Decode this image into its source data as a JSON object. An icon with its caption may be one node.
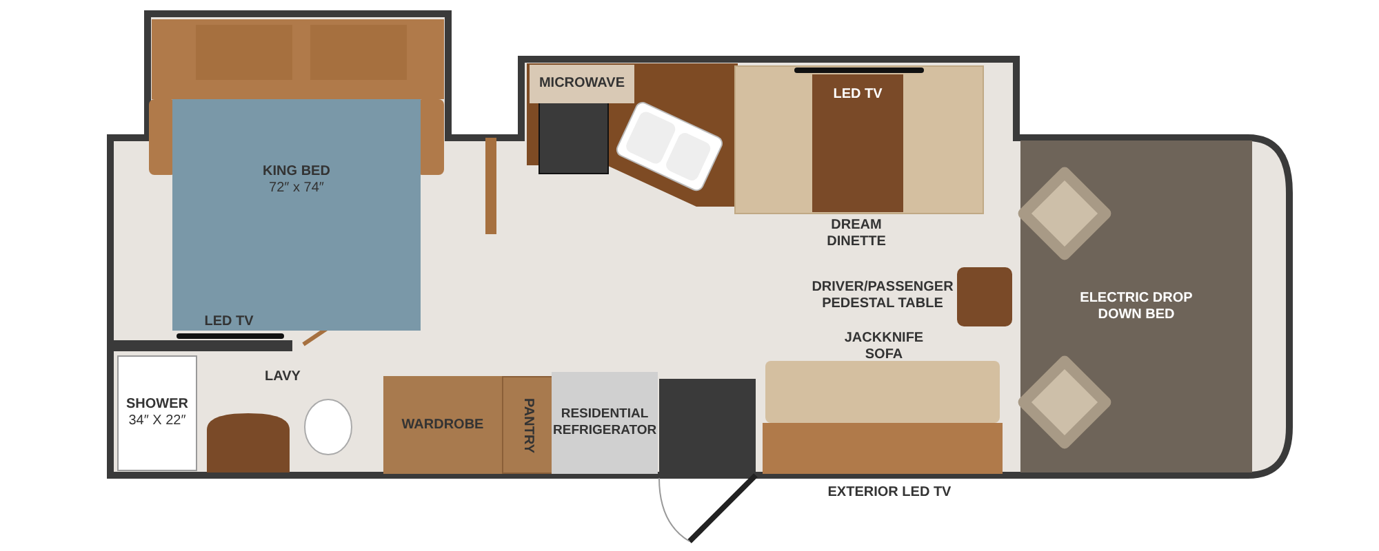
{
  "diagram": {
    "nodes": [
      {
        "text": [
          "KING BED",
          "72″ x 74″"
        ]
      },
      {
        "text": [
          "MICROWAVE"
        ]
      },
      {
        "text": [
          "LED TV"
        ]
      },
      {
        "text": [
          "SHOWER",
          "34″ X 22″"
        ]
      },
      {
        "text": [
          "WARDROBE"
        ]
      },
      {
        "text": [
          "PANTRY"
        ]
      },
      {
        "text": [
          "RESIDENTIAL REFRIGERATOR"
        ]
      },
      {
        "text": [
          "ELECTRIC DROP DOWN BED"
        ]
      }
    ],
    "labels": [
      "DREAM DINETTE",
      "DRIVER/PASSENGER PEDESTAL TABLE",
      "LED TV",
      "JACKKNIFE SOFA",
      "LAVY",
      "EXTERIOR LED TV"
    ]
  }
}
